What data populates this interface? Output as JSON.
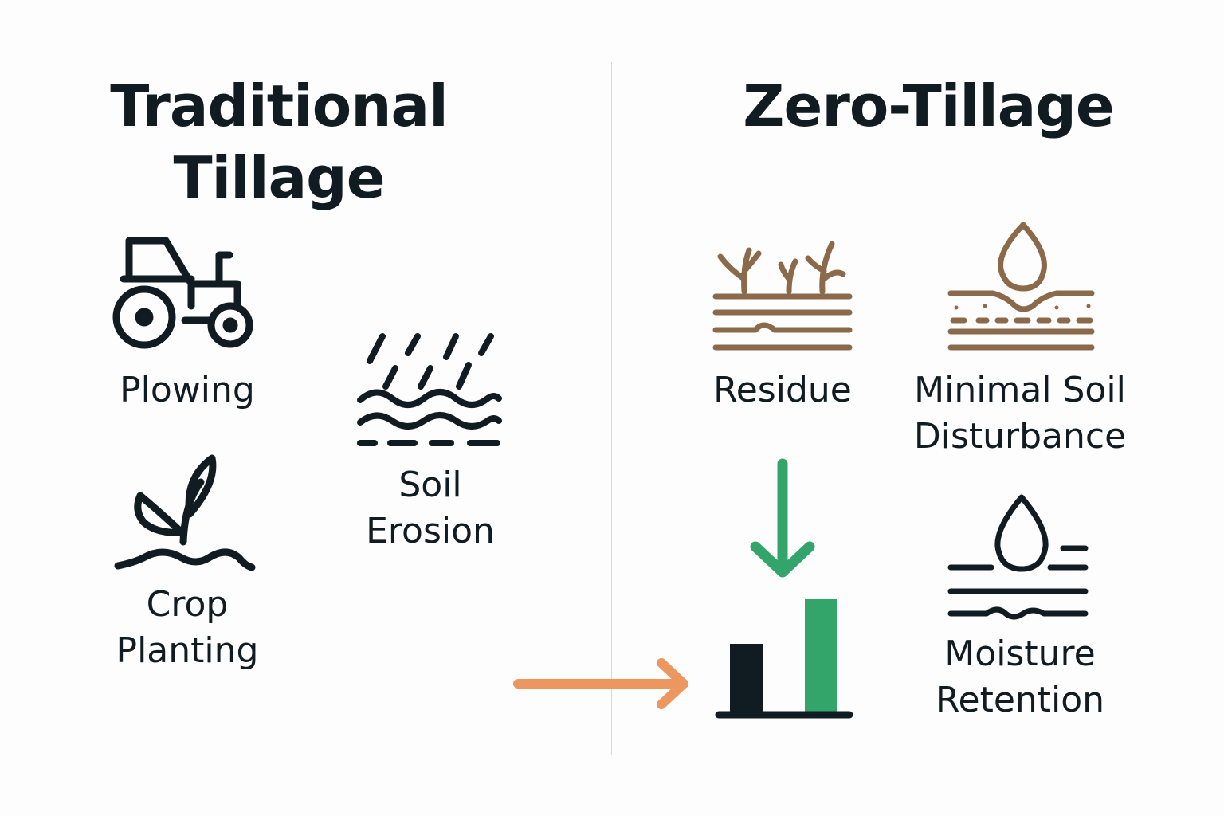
{
  "titles": {
    "traditional": [
      "Traditional",
      "Tillage"
    ],
    "zero": "Zero-Tillage"
  },
  "traditional": {
    "plowing": {
      "label": "Plowing",
      "icon": "tractor-icon"
    },
    "erosion": {
      "label": [
        "Soil",
        "Erosion"
      ],
      "icon": "rain-erosion-icon"
    },
    "planting": {
      "label": [
        "Crop",
        "Planting"
      ],
      "icon": "sprout-icon"
    }
  },
  "zero_tillage": {
    "residue": {
      "label": "Residue",
      "icon": "crop-residue-icon"
    },
    "disturbance": {
      "label": [
        "Minimal Soil",
        "Disturbance"
      ],
      "icon": "soil-drop-icon"
    },
    "yield": {
      "icon": "bar-chart-icon"
    },
    "moisture": {
      "label": [
        "Moisture",
        "Retention"
      ],
      "icon": "water-drop-icon"
    }
  },
  "colors": {
    "ink": "#111c22",
    "soil_brown": "#8a6a4a",
    "green": "#33a56b",
    "orange": "#ec9660",
    "divider": "#d9d9d9",
    "background": "#fdfdfd"
  }
}
